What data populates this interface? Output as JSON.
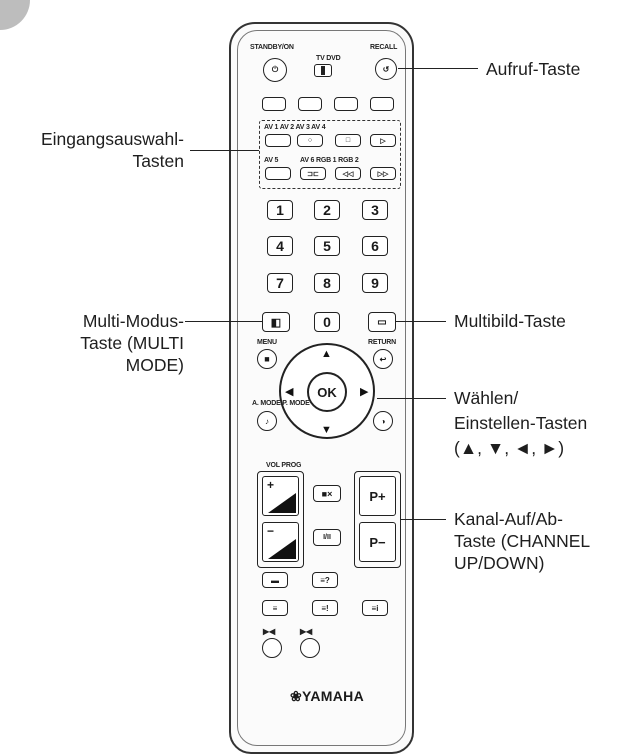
{
  "labels": {
    "recall": "Aufruf-Taste",
    "input_select_1": "Eingangsauswahl-",
    "input_select_2": "Tasten",
    "multi_mode_1": "Multi-Modus-",
    "multi_mode_2": "Taste (MULTI",
    "multi_mode_3": "MODE)",
    "multi_picture": "Multibild-Taste",
    "select_adjust_1": "Wählen/",
    "select_adjust_2": "Einstellen-Tasten",
    "select_adjust_3": "(▲, ▼, ◄, ►)",
    "channel_1": "Kanal-Auf/Ab-",
    "channel_2": "Taste (CHANNEL",
    "channel_3": "UP/DOWN)"
  },
  "remote": {
    "standby": "STANDBY/ON",
    "tv_dvd": "TV DVD",
    "recall": "RECALL",
    "av_row1": "AV 1 AV 2 AV 3 AV 4",
    "av_row2_a": "AV 5",
    "av_row2_b": "AV 6 RGB 1 RGB 2",
    "digits": [
      "1",
      "2",
      "3",
      "4",
      "5",
      "6",
      "7",
      "8",
      "9",
      "0"
    ],
    "menu": "MENU",
    "return": "RETURN",
    "ok": "OK",
    "a_mode": "A. MODE P. MODE",
    "vol_prog": "VOL PROG",
    "p_plus": "P+",
    "p_minus": "P−",
    "vol_plus": "+",
    "vol_minus": "−",
    "brand": "❀YAMAHA"
  }
}
